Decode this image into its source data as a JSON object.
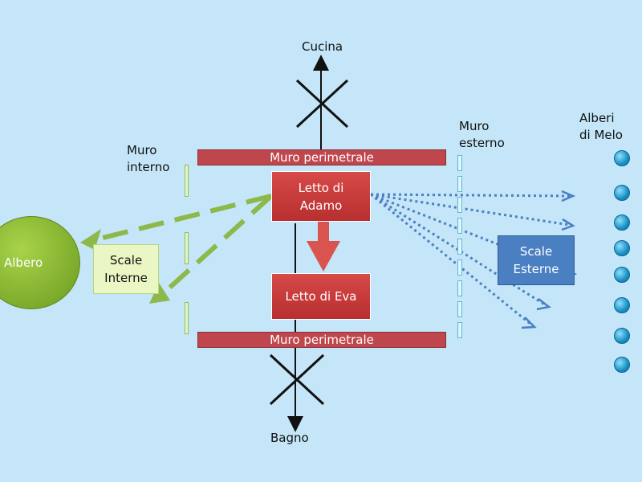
{
  "labels": {
    "cucina": "Cucina",
    "bagno": "Bagno",
    "muro_interno": "Muro\ninterno",
    "muro_esterno": "Muro\nesterno",
    "alberi_di_melo": "Alberi\ndi Melo"
  },
  "walls": {
    "top_perimeter": "Muro perimetrale",
    "bottom_perimeter": "Muro perimetrale"
  },
  "boxes": {
    "letto_adamo": "Letto di\nAdamo",
    "letto_eva": "Letto di Eva",
    "scale_interne": "Scale\nInterne",
    "scale_esterne": "Scale\nEsterne",
    "albero": "Albero"
  },
  "colors": {
    "background": "#c4e6f8",
    "wall_red": "#c0464d",
    "bed_red": "#d64a48",
    "green_arrow": "#8db84a",
    "blue_arrow": "#4a7fc2",
    "apple_tree_ball": "#1a8fc4"
  },
  "icons": {
    "cross_top": "x-cross-icon",
    "cross_bottom": "x-cross-icon",
    "apple_trees": "circle-icon"
  }
}
